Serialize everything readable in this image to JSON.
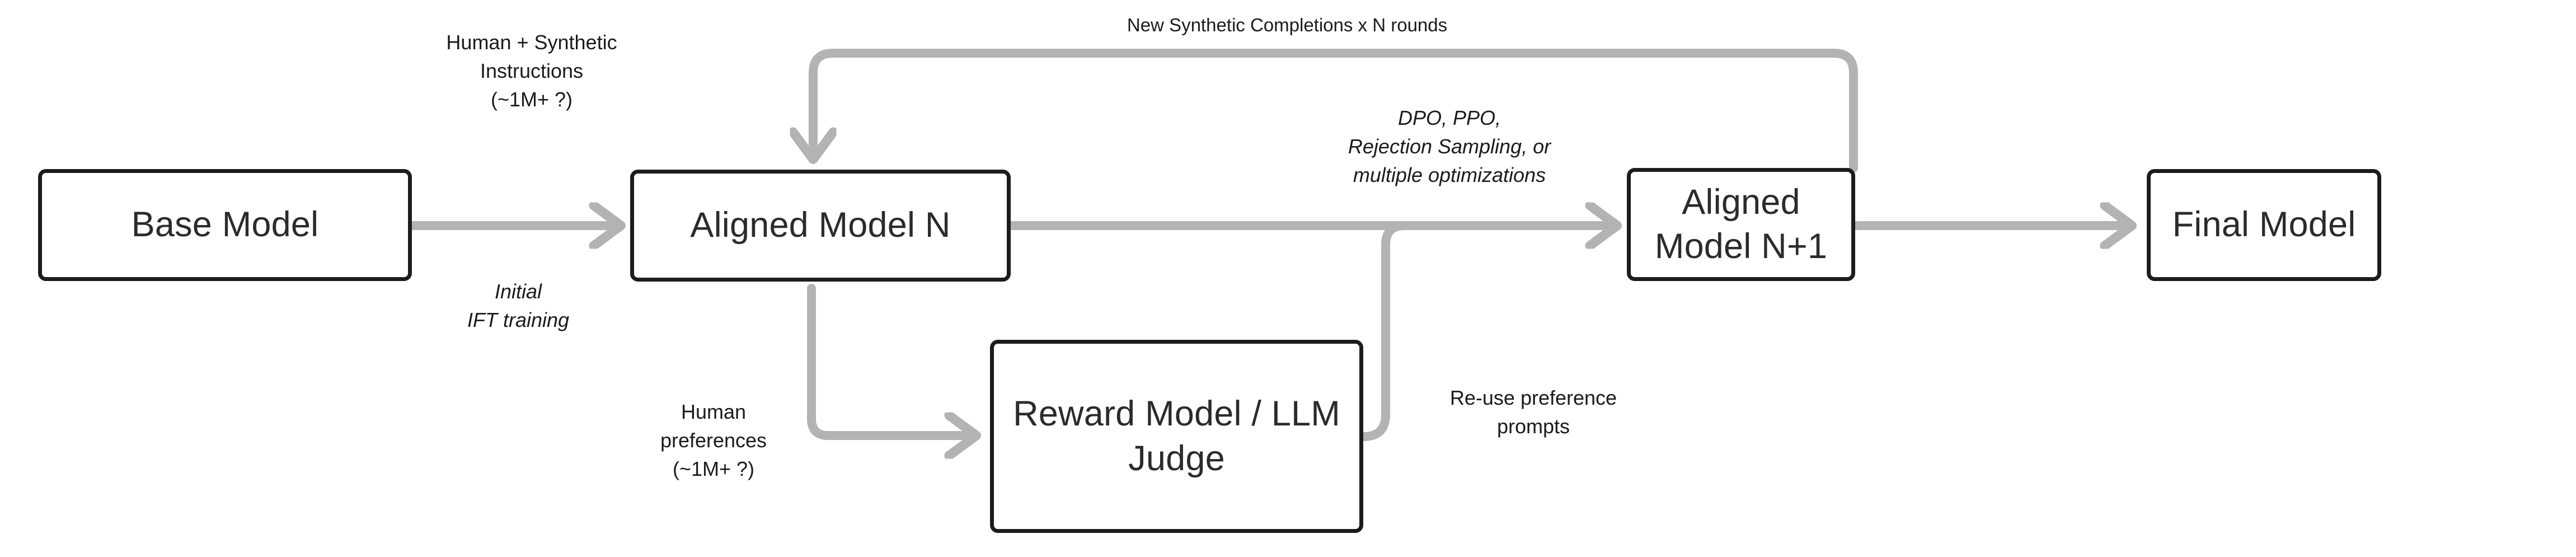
{
  "diagram": {
    "title": "LLM alignment iterative training loop",
    "colors": {
      "node_border": "#1c1c1c",
      "node_fill": "#ffffff",
      "node_text": "#2b2b2b",
      "arrow": "#b3b3b3",
      "label_text": "#1b1b1b",
      "background": "#ffffff"
    },
    "nodes": [
      {
        "id": "base-model",
        "label": "Base Model"
      },
      {
        "id": "aligned-model-n",
        "label": "Aligned Model N"
      },
      {
        "id": "reward-model",
        "label": "Reward Model /\nLLM Judge"
      },
      {
        "id": "aligned-model-n1",
        "label": "Aligned Model N+1"
      },
      {
        "id": "final-model",
        "label": "Final Model"
      }
    ],
    "edge_labels": [
      {
        "id": "instructions",
        "text": "Human + Synthetic\nInstructions\n(~1M+ ?)",
        "style": "plain"
      },
      {
        "id": "ift-training",
        "text": "Initial\nIFT training",
        "style": "italic"
      },
      {
        "id": "human-prefs",
        "text": "Human\npreferences\n(~1M+ ?)",
        "style": "plain"
      },
      {
        "id": "optimizations",
        "text": "DPO, PPO,\nRejection Sampling, or\nmultiple optimizations",
        "style": "italic"
      },
      {
        "id": "reuse-prompts",
        "text": "Re-use preference\nprompts",
        "style": "plain"
      },
      {
        "id": "loop-rounds",
        "text": "New Synthetic Completions x N rounds",
        "style": "top"
      }
    ]
  }
}
